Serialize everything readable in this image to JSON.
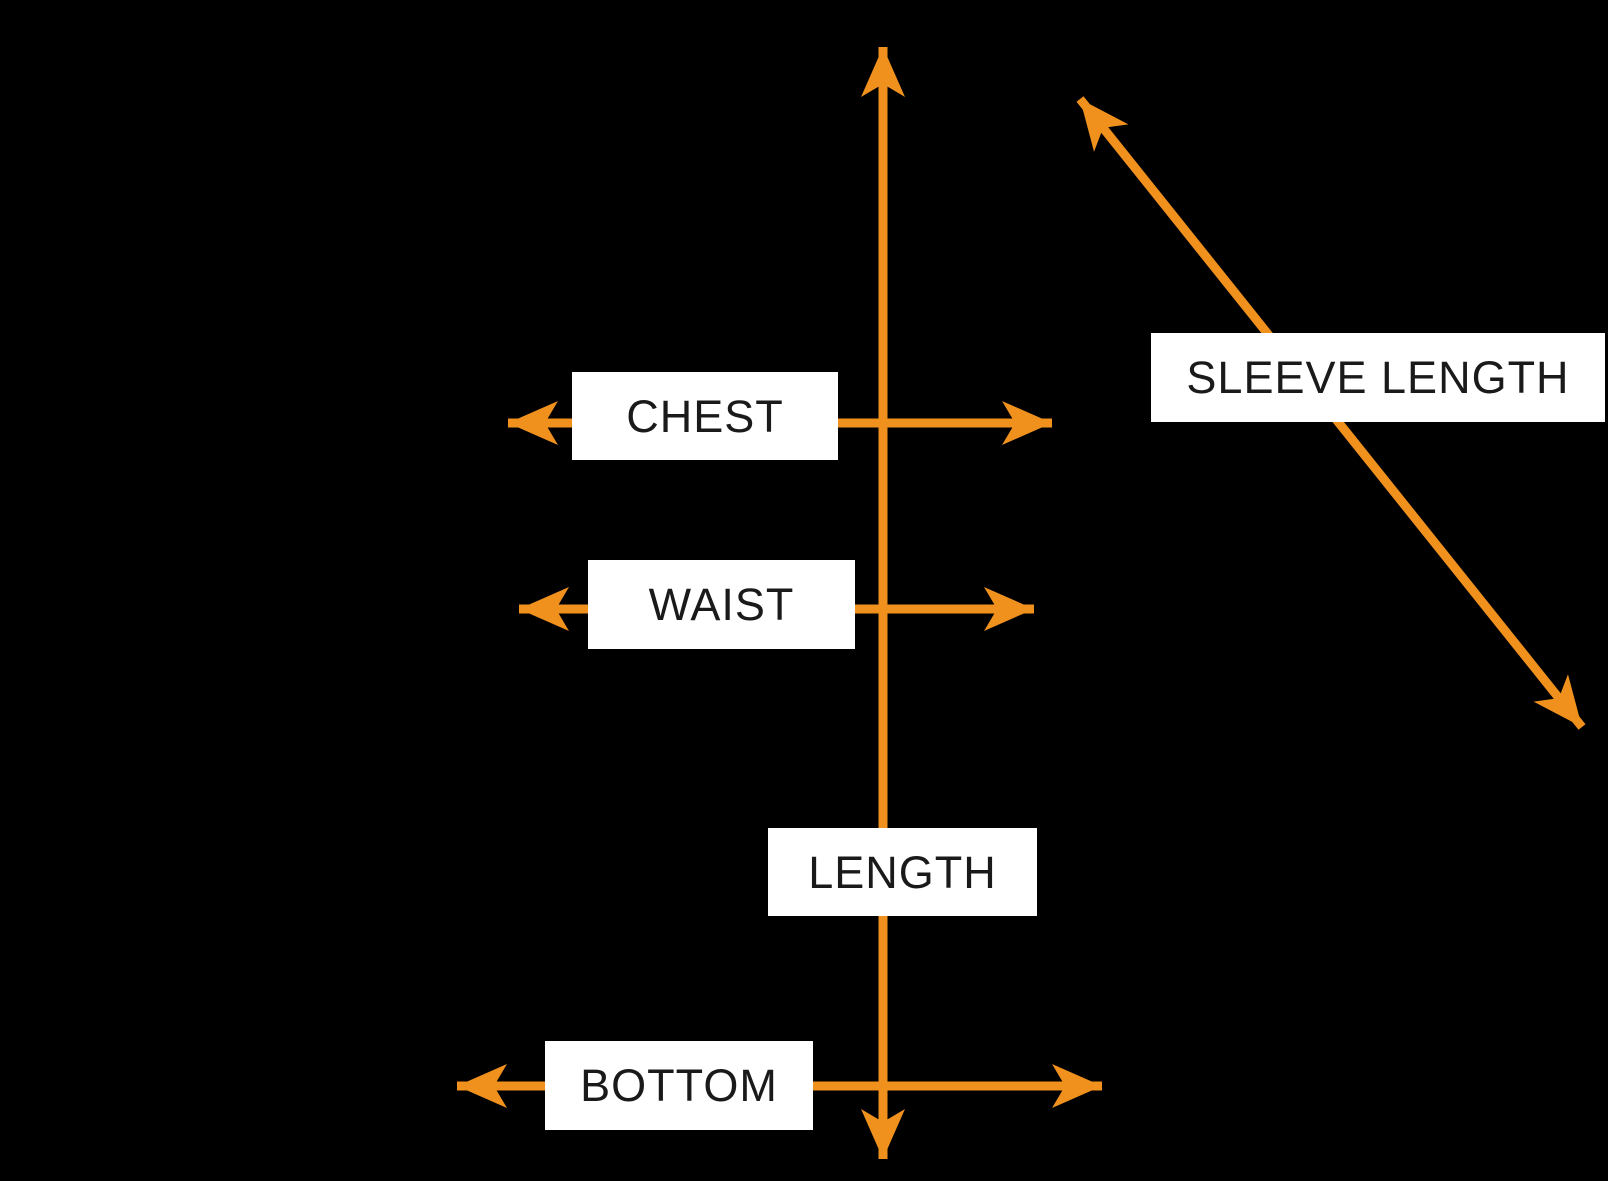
{
  "diagram": {
    "labels": {
      "chest": "CHEST",
      "waist": "WAIST",
      "length": "LENGTH",
      "bottom": "BOTTOM",
      "sleeve_length": "SLEEVE LENGTH"
    }
  },
  "colors": {
    "background": "#000000",
    "arrow": "#F0911E",
    "label_background": "#FFFFFF",
    "label_text": "#1A1A1A"
  }
}
